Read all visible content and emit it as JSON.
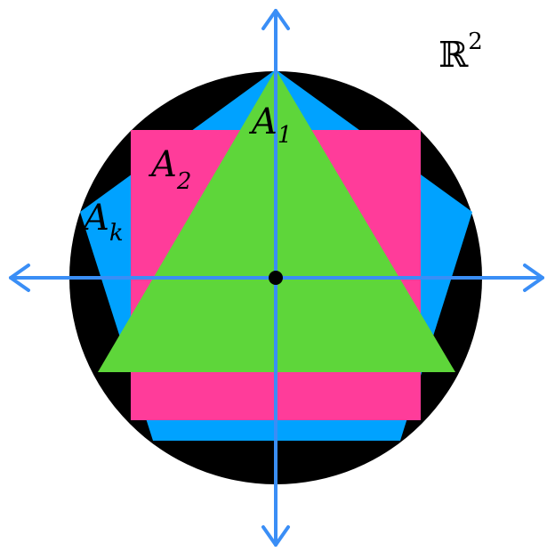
{
  "labels": {
    "space": "ℝ",
    "space_exp": "2",
    "a1_base": "A",
    "a1_sub": "1",
    "a2_base": "A",
    "a2_sub": "2",
    "ak_base": "A",
    "ak_sub": "k"
  },
  "colors": {
    "circle": "#000000",
    "pentagon": "#00a2ff",
    "square": "#ff3c9a",
    "triangle": "#5ed63a",
    "axes": "#3a8ef6"
  }
}
